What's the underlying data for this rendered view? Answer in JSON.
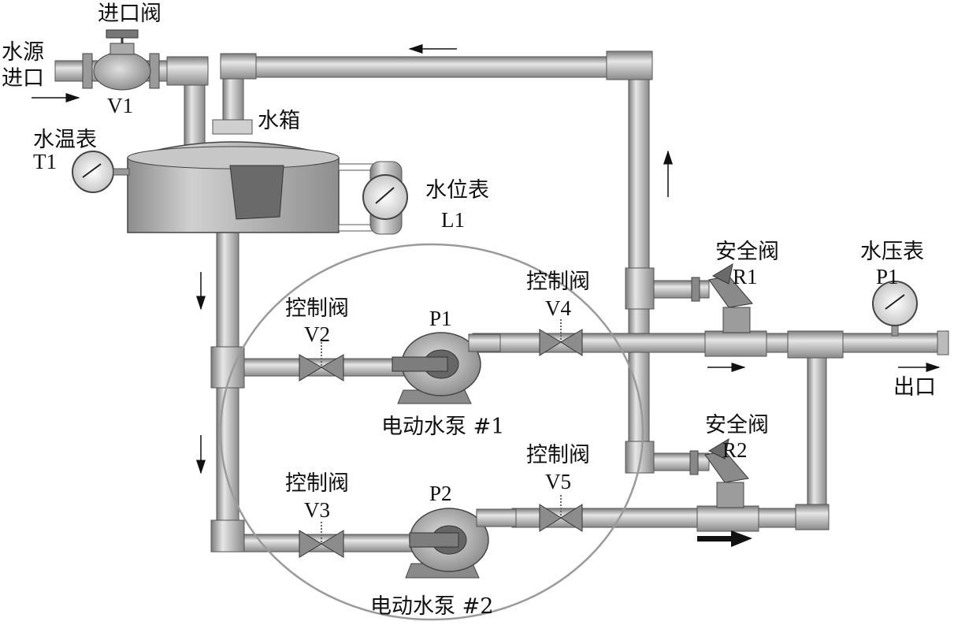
{
  "labels": {
    "source_inlet_1": "水源",
    "source_inlet_2": "进口",
    "inlet_valve": "进口阀",
    "inlet_valve_id": "V1",
    "water_temp_gauge": "水温表",
    "water_temp_id": "T1",
    "water_tank": "水箱",
    "water_level_gauge": "水位表",
    "water_level_id": "L1",
    "control_valve_v2": "控制阀",
    "v2_id": "V2",
    "control_valve_v3": "控制阀",
    "v3_id": "V3",
    "control_valve_v4": "控制阀",
    "v4_id": "V4",
    "control_valve_v5": "控制阀",
    "v5_id": "V5",
    "pump1_id": "P1",
    "pump1_name": "电动水泵 #1",
    "pump2_id": "P2",
    "pump2_name": "电动水泵 #2",
    "safety_valve_r1": "安全阀",
    "r1_id": "R1",
    "safety_valve_r2": "安全阀",
    "r2_id": "R2",
    "pressure_gauge": "水压表",
    "pressure_id": "P1",
    "outlet": "出口"
  },
  "colors": {
    "pipe": "#b8b8b8",
    "pipe_dark": "#6e6e6e",
    "tank": "#a9a9a9",
    "valve": "#8f8f8f",
    "circle": "#a0a0a0"
  }
}
